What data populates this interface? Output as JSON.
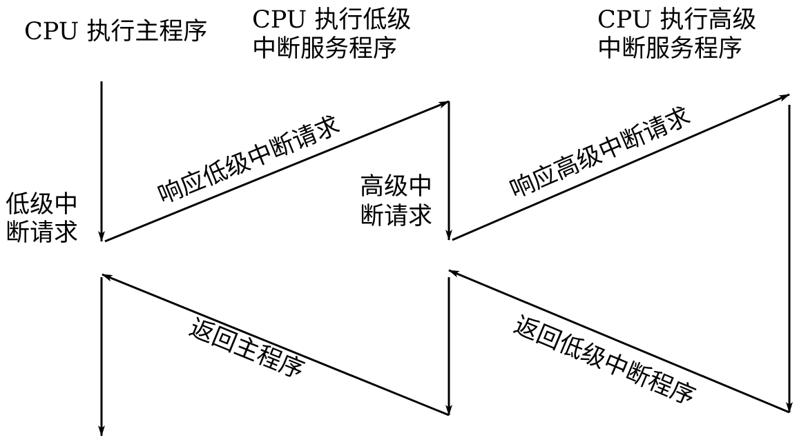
{
  "columns": {
    "main": {
      "title_line1": "CPU 执行主程序"
    },
    "low_isr": {
      "title_line1": "CPU 执行低级",
      "title_line2": "中断服务程序"
    },
    "high_isr": {
      "title_line1": "CPU 执行高级",
      "title_line2": "中断服务程序"
    }
  },
  "events": {
    "low_request": {
      "line1": "低级中",
      "line2": "断请求"
    },
    "high_request": {
      "line1": "高级中",
      "line2": "断请求"
    }
  },
  "transitions": {
    "respond_low": "响应低级中断请求",
    "respond_high": "响应高级中断请求",
    "return_main": "返回主程序",
    "return_low": "返回低级中断程序"
  },
  "colors": {
    "stroke": "#000000",
    "background": "#ffffff"
  }
}
